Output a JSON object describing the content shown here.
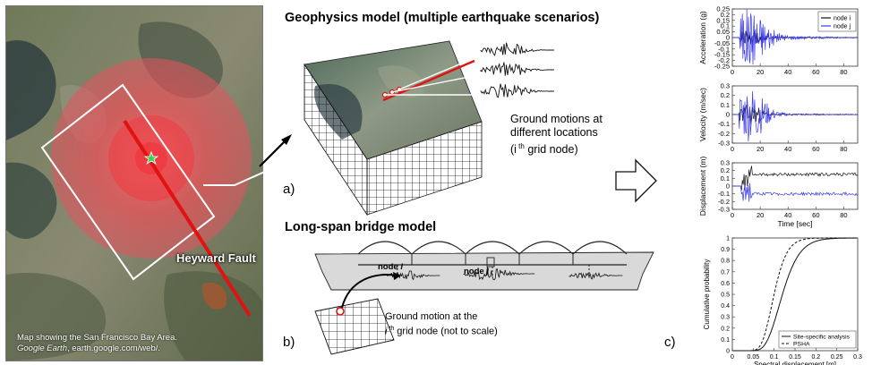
{
  "map": {
    "caption_line1": "Map showing the San Francisco Bay Area.",
    "caption_line2_italic": "Google Earth",
    "caption_line2_rest": ", earth.google.com/web/.",
    "fault_label": "Heyward Fault",
    "colors": {
      "zone": "#e8464a",
      "fault": "#e11212",
      "epicenter": "#2ea44f"
    }
  },
  "geophysics": {
    "title": "Geophysics model (multiple earthquake scenarios)",
    "note_line1": "Ground motions at",
    "note_line2": "different locations",
    "note_line3_pre": "(i",
    "note_line3_sup": " th",
    "note_line3_post": " grid node)",
    "panel_label": "a)"
  },
  "bridge": {
    "title": "Long-span bridge model",
    "node_i_label": "node",
    "node_i_var": "i",
    "node_j_label": "node",
    "node_j_var": "j",
    "note_line1": "Ground motion at the",
    "note_line2_pre": "i",
    "note_line2_sup": " th",
    "note_line2_post": " grid node (not to scale)",
    "panel_label": "b)"
  },
  "arrow_right_label": "",
  "panel_c_label": "c)",
  "chart_data": [
    {
      "type": "line",
      "ylabel": "Acceleration (g)",
      "xlabel": "",
      "ylim": [
        -0.25,
        0.25
      ],
      "xlim": [
        0,
        90
      ],
      "yticks": [
        "0.25",
        "0.2",
        "0.15",
        "0.1",
        "0.05",
        "0",
        "-0.05",
        "-0.1",
        "-0.15",
        "-0.2",
        "-0.25"
      ],
      "xticks": [
        "0",
        "20",
        "40",
        "60",
        "80"
      ],
      "legend": [
        "node i",
        "node j"
      ],
      "legend_position": "top-right",
      "series": [
        {
          "name": "node i",
          "color": "#111111",
          "peak": 0.05
        },
        {
          "name": "node j",
          "color": "#3b3bf0",
          "peak": 0.2
        }
      ]
    },
    {
      "type": "line",
      "ylabel": "Velocity (m/sec)",
      "xlabel": "",
      "ylim": [
        -0.3,
        0.3
      ],
      "xlim": [
        0,
        90
      ],
      "yticks": [
        "0.3",
        "0.2",
        "0.1",
        "0",
        "-0.1",
        "-0.2",
        "-0.3"
      ],
      "xticks": [
        "0",
        "20",
        "40",
        "60",
        "80"
      ],
      "series": [
        {
          "name": "node i",
          "color": "#111111",
          "peak": 0.1
        },
        {
          "name": "node j",
          "color": "#3b3bf0",
          "peak": 0.25
        }
      ]
    },
    {
      "type": "line",
      "ylabel": "Displacement (m)",
      "xlabel": "Time [sec]",
      "ylim": [
        -0.3,
        0.3
      ],
      "xlim": [
        0,
        90
      ],
      "yticks": [
        "0.3",
        "0.2",
        "0.1",
        "0",
        "-0.1",
        "-0.2",
        "-0.3"
      ],
      "xticks": [
        "0",
        "20",
        "40",
        "60",
        "80"
      ],
      "series": [
        {
          "name": "node i",
          "color": "#111111",
          "final": 0.15
        },
        {
          "name": "node j",
          "color": "#3b3bf0",
          "final": -0.1
        }
      ]
    },
    {
      "type": "line",
      "ylabel": "Cumulative probability",
      "xlabel": "Spectral displacement [m]",
      "xlim": [
        0,
        0.3
      ],
      "ylim": [
        0,
        1
      ],
      "xticks": [
        "0",
        "0.05",
        "0.1",
        "0.15",
        "0.2",
        "0.25",
        "0.3"
      ],
      "yticks": [
        "1",
        "0.9",
        "0.8",
        "0.7",
        "0.6",
        "0.5",
        "0.4",
        "0.3",
        "0.2",
        "0.1",
        "0"
      ],
      "legend": [
        "Site-specific analysis",
        "PSHA"
      ],
      "legend_position": "bottom-right",
      "series": [
        {
          "name": "Site-specific analysis",
          "style": "solid",
          "median": 0.12,
          "dispersion": 0.27
        },
        {
          "name": "PSHA",
          "style": "dashed",
          "median": 0.1,
          "dispersion": 0.24
        }
      ]
    }
  ]
}
